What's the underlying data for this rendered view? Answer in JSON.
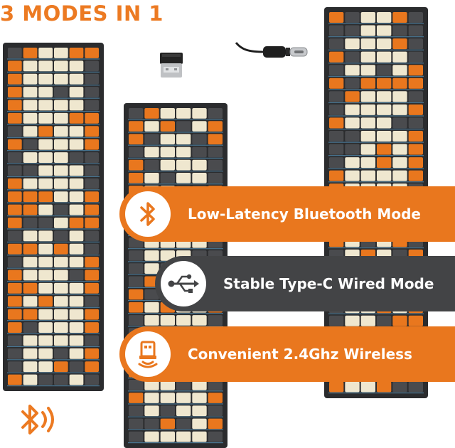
{
  "headline": "3 MODES IN 1",
  "modes": [
    {
      "label": "Low-Latency Bluetooth Mode",
      "icon": "bluetooth-icon",
      "color": "#e9771e"
    },
    {
      "label": "Stable  Type-C Wired Mode",
      "icon": "usb-icon",
      "color": "#434446"
    },
    {
      "label": "Convenient 2.4Ghz Wireless",
      "icon": "wireless-dongle-icon",
      "color": "#e9771e"
    }
  ],
  "colors": {
    "accent": "#ec7a22",
    "keyboard_case": "#2b2c2e",
    "key_cream": "#efe7cf",
    "key_gray": "#4a4b4e",
    "key_orange": "#e9771e",
    "backlight": "#64b7ea"
  },
  "illustration_icons": [
    "usb-receiver-icon",
    "type-c-cable-icon",
    "bluetooth-signal-icon"
  ]
}
